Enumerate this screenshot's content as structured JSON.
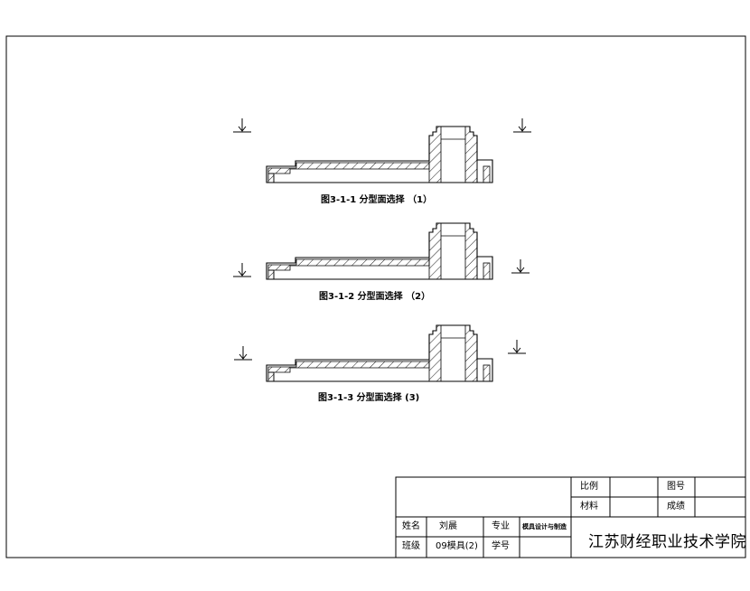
{
  "figures": [
    {
      "caption": "图3-1-1 分型面选择 （1）"
    },
    {
      "caption": "图3-1-2 分型面选择 （2）"
    },
    {
      "caption": "图3-1-3 分型面选择 (3)"
    }
  ],
  "title_block": {
    "scale_label": "比例",
    "drawing_no_label": "图号",
    "material_label": "材料",
    "grade_label": "成绩",
    "name_label": "姓名",
    "name_value": "刘晨",
    "major_label": "专业",
    "major_value": "模具设计与制造",
    "class_label": "班级",
    "class_value": "09模具(2)",
    "student_no_label": "学号",
    "school": "江苏财经职业技术学院"
  }
}
